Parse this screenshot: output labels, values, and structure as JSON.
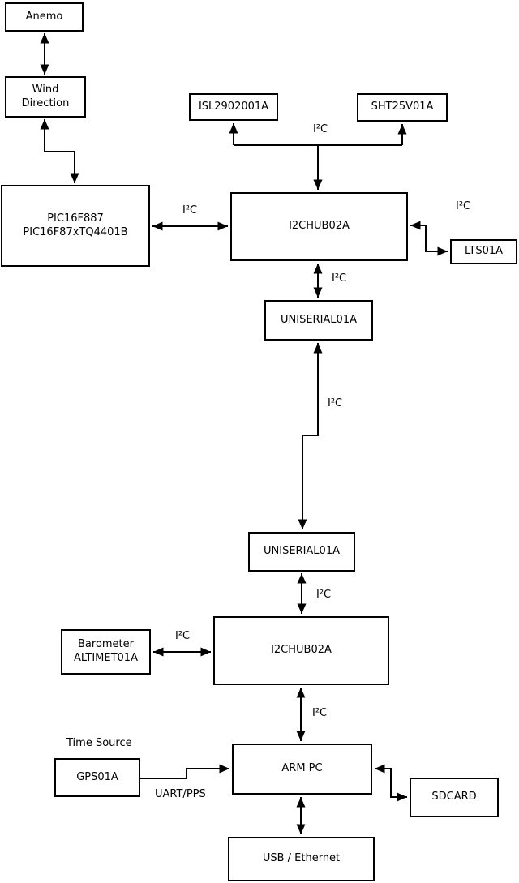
{
  "diagram": {
    "title_hint": "Weather-station hardware block diagram",
    "colors": {
      "background": "#ffffff",
      "line": "#000000",
      "box_border": "#000000",
      "text": "#000000"
    },
    "boxes": {
      "anemo": {
        "label": "Anemo"
      },
      "wind_direction": {
        "label": "Wind\nDirection"
      },
      "pic": {
        "label": "PIC16F887\nPIC16F87xTQ4401B"
      },
      "isl": {
        "label": "ISL2902001A"
      },
      "sht": {
        "label": "SHT25V01A"
      },
      "hub1": {
        "label": "I2CHUB02A"
      },
      "lts": {
        "label": "LTS01A"
      },
      "uniserial1": {
        "label": "UNISERIAL01A"
      },
      "uniserial2": {
        "label": "UNISERIAL01A"
      },
      "hub2": {
        "label": "I2CHUB02A"
      },
      "barometer": {
        "label": "Barometer\nALTIMET01A"
      },
      "gps": {
        "label": "GPS01A"
      },
      "armpc": {
        "label": "ARM PC"
      },
      "sdcard": {
        "label": "SDCARD"
      },
      "usb_ethernet": {
        "label": "USB / Ethernet"
      }
    },
    "edges": [
      {
        "from": "anemo",
        "to": "wind_direction",
        "bidirectional": true,
        "label": ""
      },
      {
        "from": "wind_direction",
        "to": "pic",
        "bidirectional": true,
        "label": ""
      },
      {
        "from": "pic",
        "to": "hub1",
        "bidirectional": true,
        "label": "I²C"
      },
      {
        "from": "hub1",
        "to": "isl+sht",
        "bidirectional": false,
        "label": "I²C"
      },
      {
        "from": "hub1",
        "to": "lts",
        "bidirectional": true,
        "label": "I²C"
      },
      {
        "from": "hub1",
        "to": "uniserial1",
        "bidirectional": true,
        "label": "I²C"
      },
      {
        "from": "uniserial1",
        "to": "uniserial2",
        "bidirectional": true,
        "label": "I²C"
      },
      {
        "from": "uniserial2",
        "to": "hub2",
        "bidirectional": true,
        "label": "I²C"
      },
      {
        "from": "barometer",
        "to": "hub2",
        "bidirectional": true,
        "label": "I²C"
      },
      {
        "from": "hub2",
        "to": "armpc",
        "bidirectional": true,
        "label": "I²C"
      },
      {
        "from": "gps",
        "to": "armpc",
        "bidirectional": false,
        "label": "UART/PPS"
      },
      {
        "from": "armpc",
        "to": "sdcard",
        "bidirectional": true,
        "label": ""
      },
      {
        "from": "armpc",
        "to": "usb_ethernet",
        "bidirectional": true,
        "label": ""
      }
    ],
    "annotations": {
      "time_source": "Time Source"
    }
  }
}
